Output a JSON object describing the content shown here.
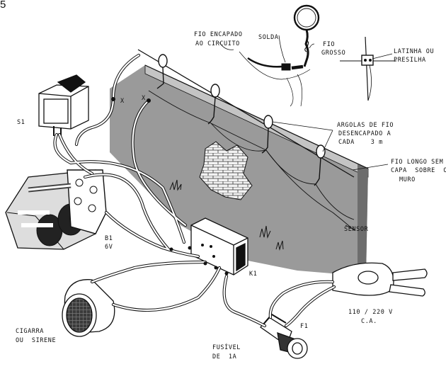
{
  "figure": {
    "number": "5"
  },
  "labels": {
    "wire_insulated_1": "FIO ENCAPADO",
    "wire_insulated_2": "AO CIRCUITO",
    "solder": "SOLDA",
    "thick_wire_1": "FIO",
    "thick_wire_2": "GROSSO",
    "can_or_clip_1": "LATINHA OU",
    "can_or_clip_2": "PRESILHA",
    "switch": "S1",
    "x_mark_1": "X",
    "x_mark_2": "X",
    "rings_1": "ARGOLAS DE FIO",
    "rings_2": "DESENCAPADO A",
    "rings_3": "CADA    3 m",
    "long_wire_1": "FIO LONGO SEM",
    "long_wire_2": "CAPA  SOBRE  O",
    "long_wire_3": "MURO",
    "sensor": "SENSOR",
    "battery_1": "B1",
    "battery_2": "6V",
    "relay": "K1",
    "mains_1": "110 / 220 V",
    "mains_2": "C.A.",
    "fuse_holder": "F1",
    "buzzer_1": "CIGARRA",
    "buzzer_2": "OU  SIRENE",
    "fuse_1": "FUSÍVEL",
    "fuse_2": "DE  1A"
  },
  "colors": {
    "ink": "#111111",
    "wall_shade": "#9a9a9a",
    "wall_top": "#c4c4c4",
    "wall_side": "#6d6d6d"
  }
}
